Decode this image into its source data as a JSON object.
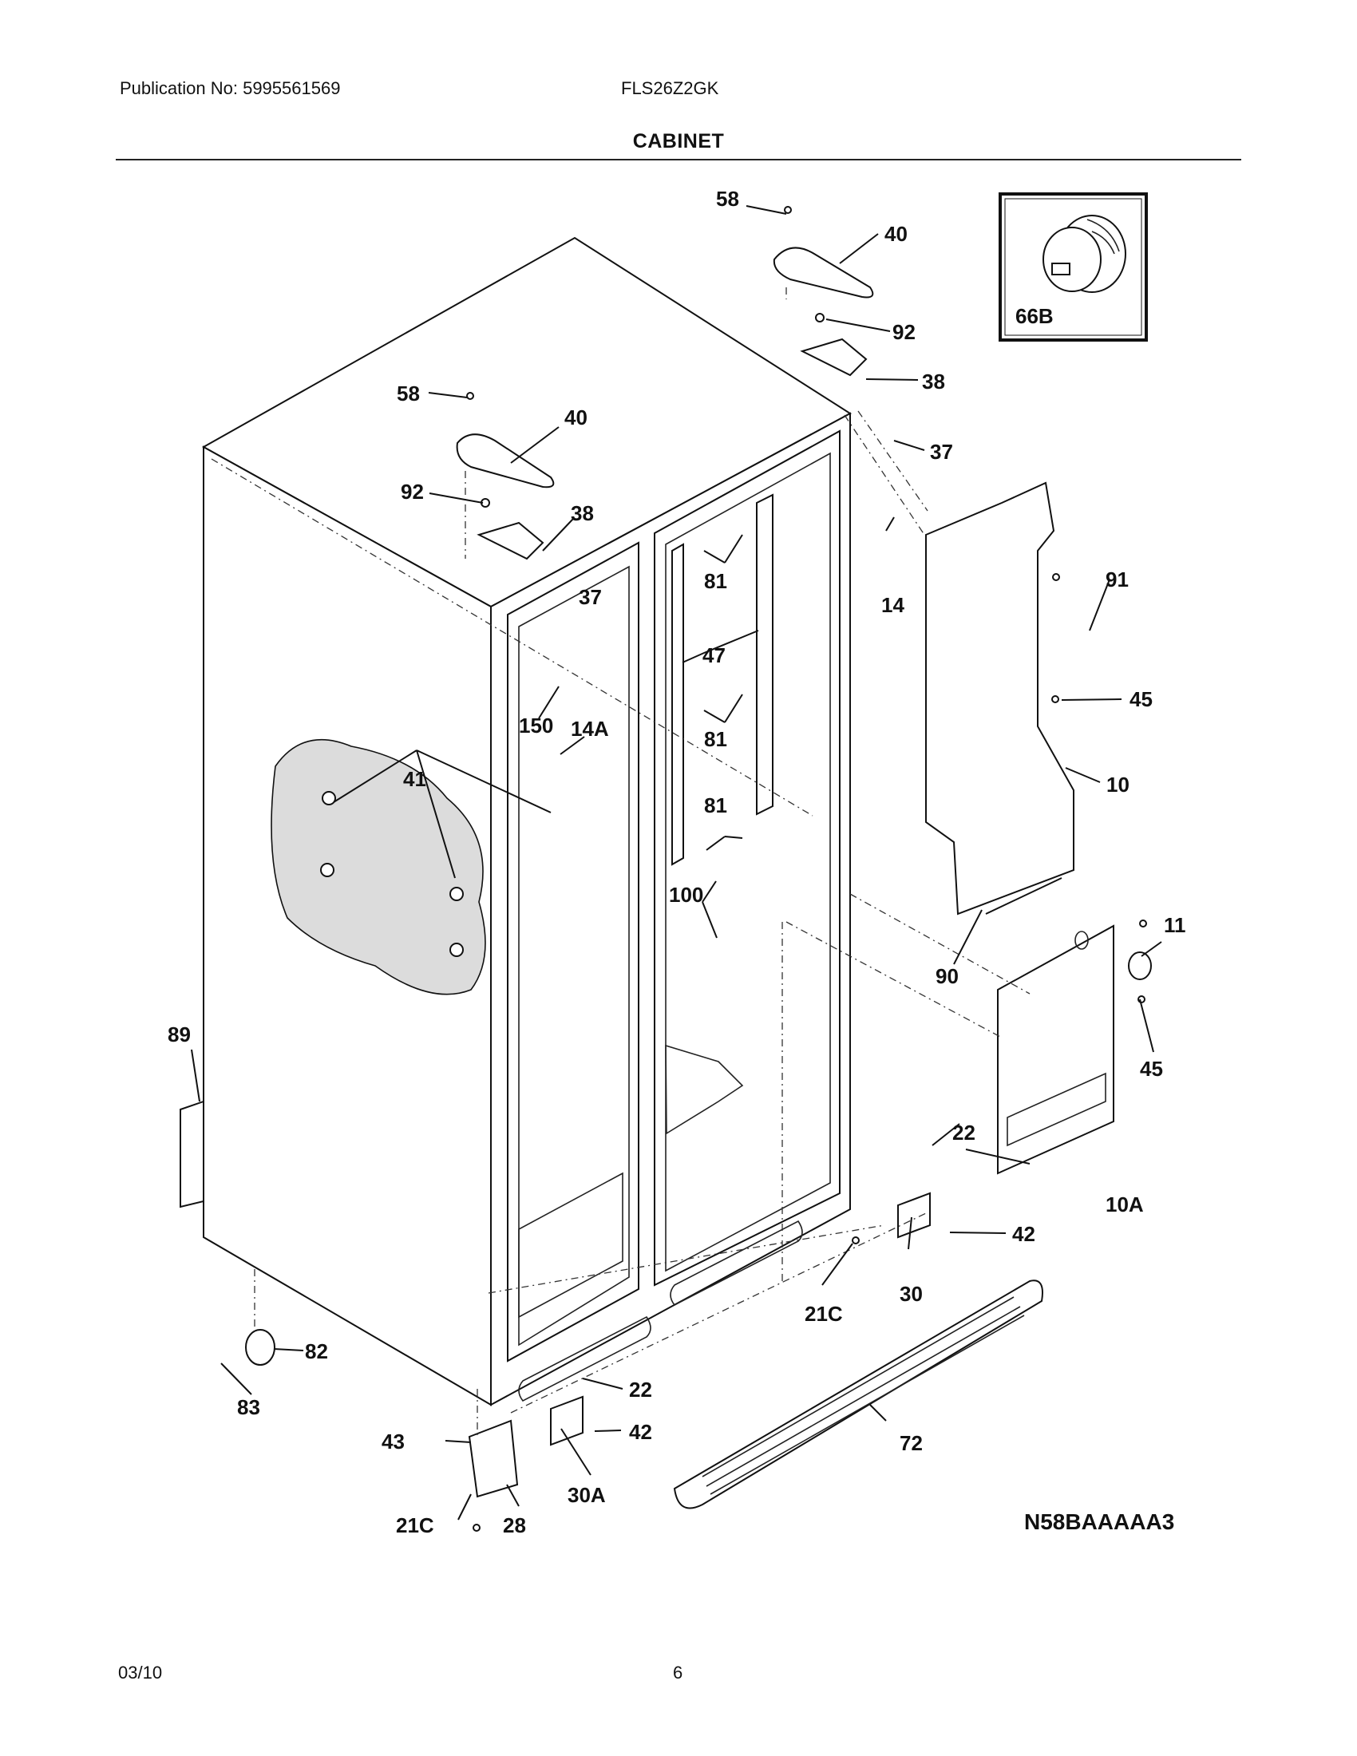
{
  "header": {
    "publication": "Publication No: 5995561569",
    "model": "FLS26Z2GK",
    "section_title": "CABINET"
  },
  "diagram": {
    "code": "N58BAAAAA3",
    "inset_label": "66B",
    "callouts": {
      "c58a": "58",
      "c40a": "40",
      "c92a": "92",
      "c38a": "38",
      "c37a": "37",
      "c58b": "58",
      "c40b": "40",
      "c92b": "92",
      "c38b": "38",
      "c37b": "37",
      "c14": "14",
      "c91": "91",
      "c45a": "45",
      "c10": "10",
      "c11": "11",
      "c90": "90",
      "c45b": "45",
      "c22a": "22",
      "c10a": "10A",
      "c42a": "42",
      "c30": "30",
      "c21ca": "21C",
      "c72": "72",
      "c22b": "22",
      "c42b": "42",
      "c30a": "30A",
      "c43": "43",
      "c28": "28",
      "c21cb": "21C",
      "c82": "82",
      "c83": "83",
      "c89": "89",
      "c41": "41",
      "c150": "150",
      "c14a": "14A",
      "c81a": "81",
      "c47": "47",
      "c81b": "81",
      "c81c": "81",
      "c100": "100"
    }
  },
  "footer": {
    "date": "03/10",
    "page_number": "6"
  }
}
